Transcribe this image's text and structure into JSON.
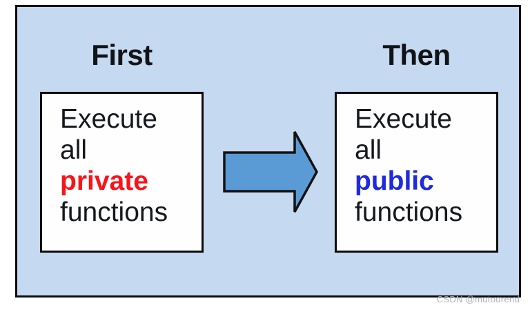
{
  "colors": {
    "canvas_background": "#c5d9f0",
    "frame_border": "#0c0c0c",
    "box_background": "#fefefe",
    "body_text": "#15181c",
    "arrow_fill": "#5b9bd5",
    "arrow_stroke": "#121212",
    "private_keyword": "#fa1419",
    "public_keyword": "#1f2be0"
  },
  "steps": [
    {
      "header": "First",
      "lines": [
        "Execute",
        "all",
        "private",
        "functions"
      ],
      "keyword": "private",
      "keyword_color": "#fa1419"
    },
    {
      "header": "Then",
      "lines": [
        "Execute",
        "all",
        "public",
        "functions"
      ],
      "keyword": "public",
      "keyword_color": "#1f2be0"
    }
  ],
  "arrow": {
    "direction": "right"
  },
  "watermark": "CSDN @mutourend"
}
